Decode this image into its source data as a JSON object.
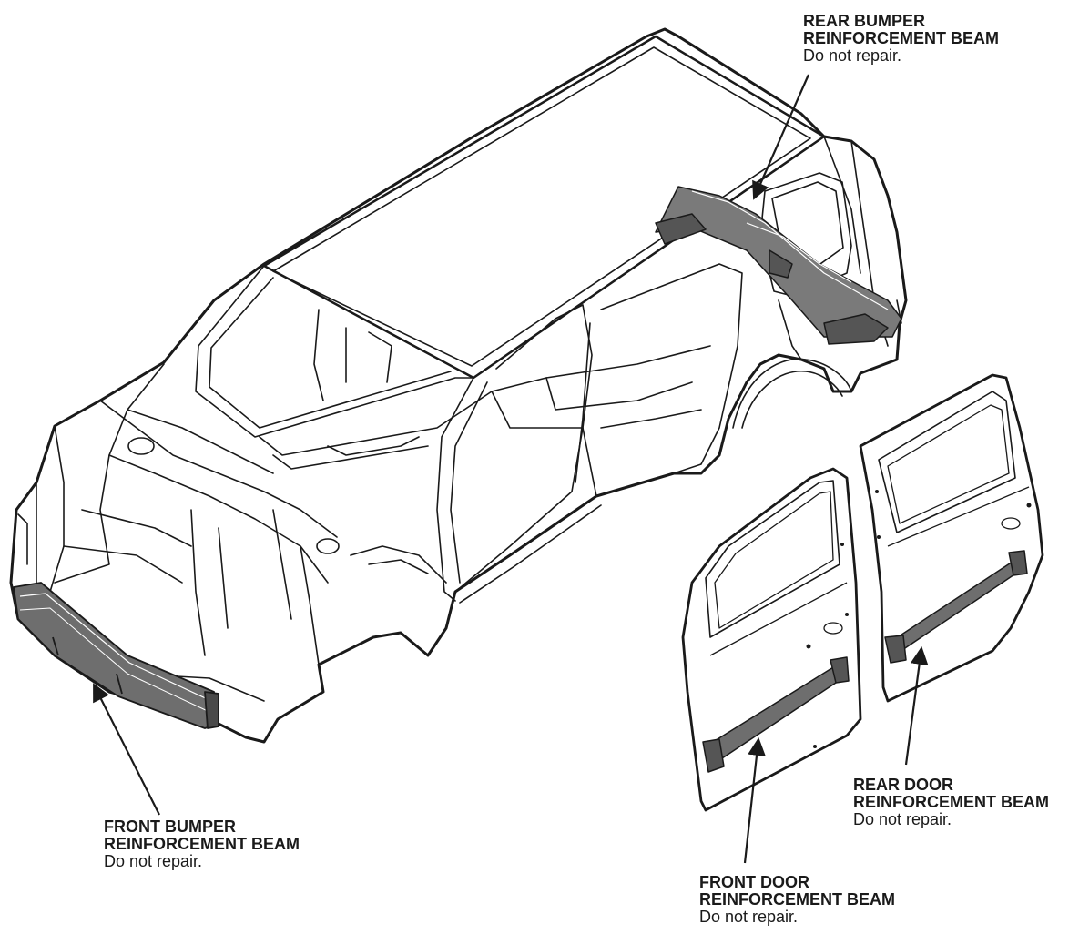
{
  "colors": {
    "line": "#1a1a1a",
    "body_fill": "#ffffff",
    "beam_fill": "#6e6e6e",
    "beam_shadow": "#4a4a4a"
  },
  "callouts": {
    "rear_bumper": {
      "title_line1": "REAR BUMPER",
      "title_line2": "REINFORCEMENT BEAM",
      "note": "Do not repair."
    },
    "front_bumper": {
      "title_line1": "FRONT BUMPER",
      "title_line2": "REINFORCEMENT BEAM",
      "note": "Do not repair."
    },
    "rear_door": {
      "title_line1": "REAR DOOR",
      "title_line2": "REINFORCEMENT BEAM",
      "note": "Do not repair."
    },
    "front_door": {
      "title_line1": "FRONT DOOR",
      "title_line2": "REINFORCEMENT BEAM",
      "note": "Do not repair."
    }
  }
}
